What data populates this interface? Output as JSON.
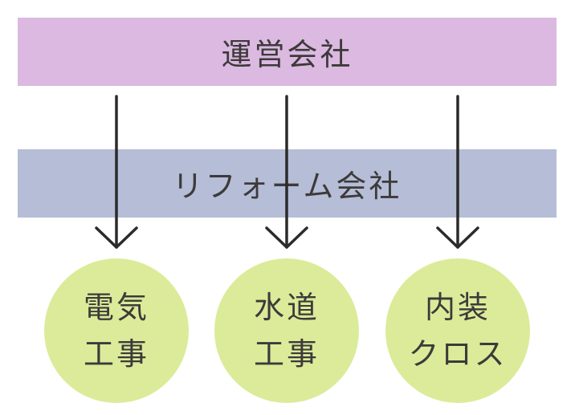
{
  "top_band": {
    "label": "運営会社",
    "color": "#dbb9e1"
  },
  "middle_band": {
    "label": "リフォーム会社",
    "color": "#b5bdd7"
  },
  "circles": [
    {
      "line1": "電気",
      "line2": "工事"
    },
    {
      "line1": "水道",
      "line2": "工事"
    },
    {
      "line1": "内装",
      "line2": "クロス"
    }
  ],
  "circle_color": "#dbeb99",
  "arrow_color": "#2b2b2b"
}
